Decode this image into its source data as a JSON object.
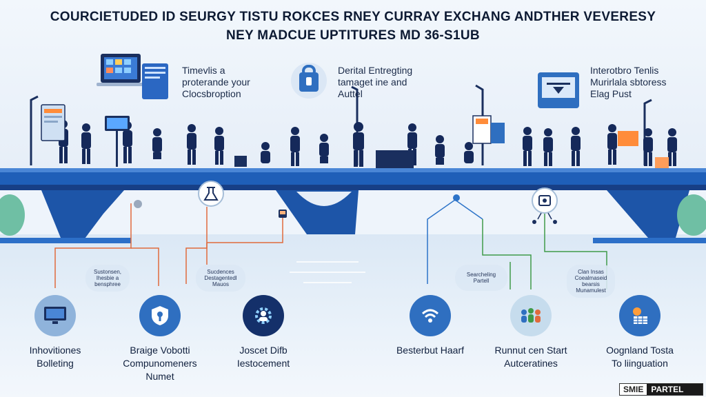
{
  "header": {
    "line1": "COURCIETUDED ID SEURGY TISTU ROKCES RNEY CURRAY EXCHANG ANDTHER VEVERESY",
    "line2": "NEY MADCUE UPTITURES MD 36-S1UB"
  },
  "features": [
    {
      "lines": [
        "Timevlis a",
        "proterande your",
        "Clocsbroption"
      ]
    },
    {
      "lines": [
        "Derital Entregting",
        "tamaget ine and",
        "Auttel"
      ]
    },
    {
      "lines": [
        "Interotbro Tenlis",
        "Murirlala sbtoress",
        "Elag Pust"
      ]
    }
  ],
  "notes": [
    {
      "lines": [
        "Sustonsen,",
        "Ihesbie a",
        "bensphree"
      ]
    },
    {
      "lines": [
        "Sucdences",
        "Destagentedl",
        "Mauos"
      ]
    },
    {
      "lines": [
        "Searcheling",
        "Partell"
      ]
    },
    {
      "lines": [
        "Clan Insas",
        "Coealmaseid",
        "bearsis",
        "Munamulest"
      ]
    }
  ],
  "bottom_items": [
    {
      "lines": [
        "Inhovitiones",
        "Bolleting"
      ],
      "icon": "monitor-icon",
      "color": "#8fb3db"
    },
    {
      "lines": [
        "Braige Vobotti",
        "Compunomeners",
        "Numet"
      ],
      "icon": "shield-key-icon",
      "color": "#2f6fc0"
    },
    {
      "lines": [
        "Joscet Difb",
        "Iestocement"
      ],
      "icon": "gear-person-icon",
      "color": "#14306a"
    },
    {
      "lines": [
        "Besterbut Haarf"
      ],
      "icon": "wifi-hand-icon",
      "color": "#2f6fc0"
    },
    {
      "lines": [
        "Runnut cen Start",
        "Autceratines"
      ],
      "icon": "people-group-icon",
      "color": "#c6dced"
    },
    {
      "lines": [
        "Oognland Tosta",
        "To liinguation"
      ],
      "icon": "sun-grid-icon",
      "color": "#2f6fc0"
    }
  ],
  "badge": {
    "left": "SMIE",
    "right": "PARTEL"
  },
  "colors": {
    "bridge": "#1f5fb8",
    "bridge_dark": "#173f86",
    "line_orange": "#e06a3c",
    "line_blue": "#2c73c8",
    "line_green": "#3f9a48",
    "silhouette": "#15295a"
  }
}
